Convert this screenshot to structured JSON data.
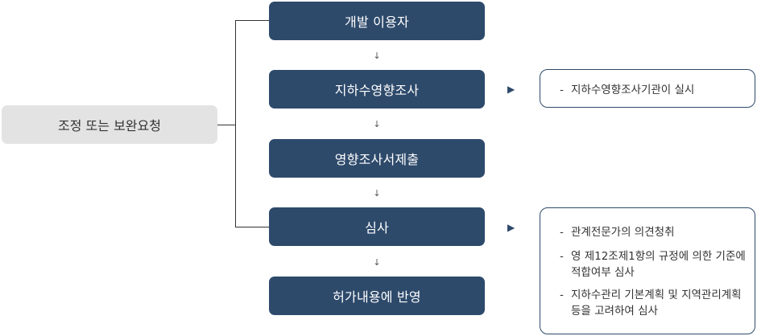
{
  "flow": {
    "steps": [
      "개발 이용자",
      "지하수영향조사",
      "영향조사서제출",
      "심사",
      "허가내용에 반영"
    ],
    "feedback": "조정 또는 보완요청",
    "notes": {
      "survey": [
        "지하수영향조사기관이 실시"
      ],
      "review": [
        "관계전문가의 의견청취",
        "영 제12조제1항의 규정에 의한 기준에 적합여부 심사",
        "지하수관리 기본계획 및 지역관리계획 등을 고려하여 심사"
      ]
    },
    "bullet": "-",
    "down_arrow_glyph": "↓",
    "right_arrow_glyph": "▶"
  },
  "colors": {
    "step_fill": "#2e4a6b",
    "feedback_fill": "#e3e3e3",
    "note_border": "#2e4a6b"
  }
}
